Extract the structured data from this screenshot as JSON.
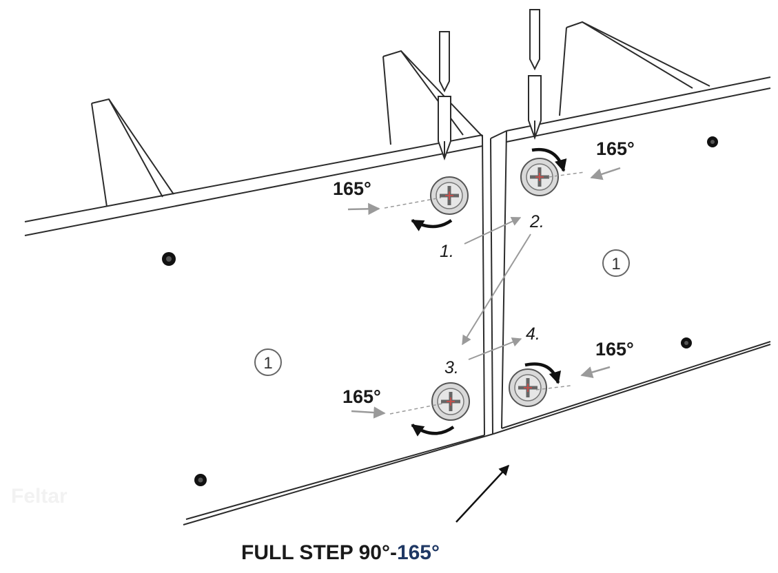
{
  "angle_label": "165°",
  "step_labels": [
    "1.",
    "2.",
    "3.",
    "4."
  ],
  "part_number": "1",
  "caption": {
    "prefix": "FULL STEP 90°-",
    "highlight": "165°",
    "highlight_color": "#1f3864"
  },
  "watermark": "Feltar",
  "colors": {
    "line": "#2b2b2b",
    "guide_arrow": "#9a9a9a",
    "screw_fill": "#d9d9d9",
    "screw_accent": "#c0504d"
  }
}
